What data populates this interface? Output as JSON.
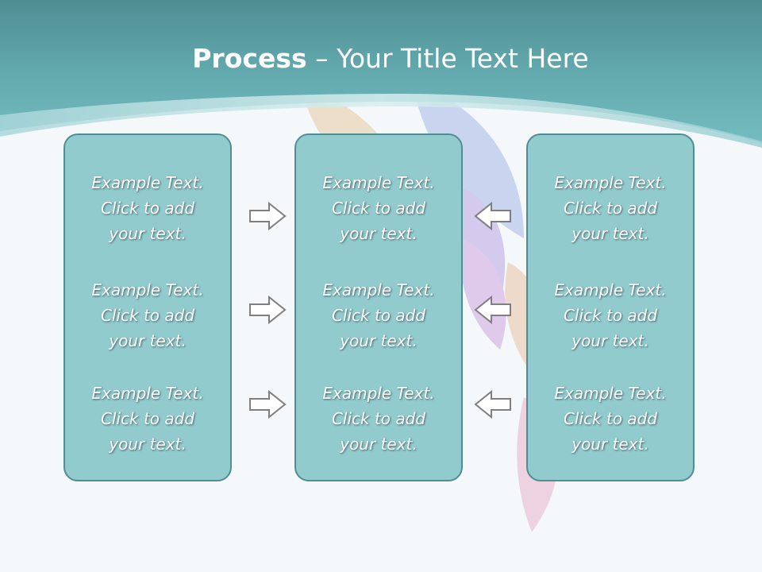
{
  "slide": {
    "title_bold": "Process",
    "title_rest": " – Your Title Text Here"
  },
  "columns": [
    {
      "blocks": [
        {
          "line1": "Example Text.",
          "line2": "Click  to add",
          "line3": "your text."
        },
        {
          "line1": "Example Text.",
          "line2": "Click  to add",
          "line3": "your text."
        },
        {
          "line1": "Example Text.",
          "line2": "Click  to add",
          "line3": "your text."
        }
      ]
    },
    {
      "blocks": [
        {
          "line1": "Example Text.",
          "line2": "Click  to add",
          "line3": "your text."
        },
        {
          "line1": "Example Text.",
          "line2": "Click  to add",
          "line3": "your text."
        },
        {
          "line1": "Example Text.",
          "line2": "Click  to add",
          "line3": "your text."
        }
      ]
    },
    {
      "blocks": [
        {
          "line1": "Example Text.",
          "line2": "Click  to add",
          "line3": "your text."
        },
        {
          "line1": "Example Text.",
          "line2": "Click  to add",
          "line3": "your text."
        },
        {
          "line1": "Example Text.",
          "line2": "Click  to add",
          "line3": "your text."
        }
      ]
    }
  ],
  "arrows": {
    "left_group": [
      "arrow-right-icon",
      "arrow-right-icon",
      "arrow-right-icon"
    ],
    "right_group": [
      "arrow-left-icon",
      "arrow-left-icon",
      "arrow-left-icon"
    ]
  },
  "colors": {
    "header_teal": "#5aa8ad",
    "panel_fill": "#92cbce",
    "panel_border": "#4f8e92",
    "text": "#ffffff"
  }
}
